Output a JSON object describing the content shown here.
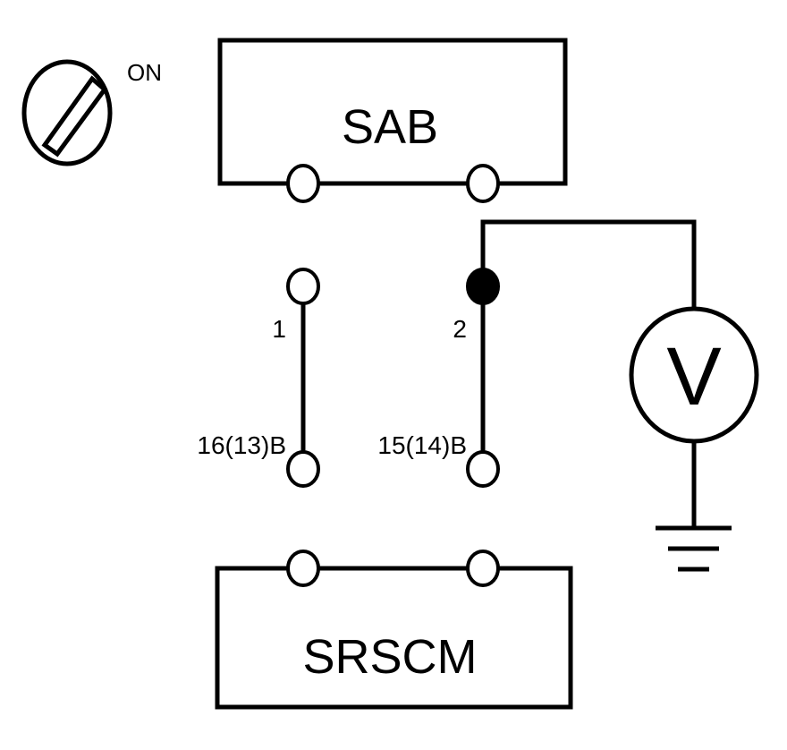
{
  "ignition": {
    "state_label": "ON"
  },
  "components": {
    "top": "SAB",
    "bottom": "SRSCM"
  },
  "pins": {
    "upper_left": "1",
    "upper_right": "2",
    "lower_left": "16(13)B",
    "lower_right": "15(14)B"
  },
  "meter": {
    "symbol": "V"
  },
  "colors": {
    "line": "#000000",
    "background": "#ffffff",
    "probe_point": "#000000"
  }
}
